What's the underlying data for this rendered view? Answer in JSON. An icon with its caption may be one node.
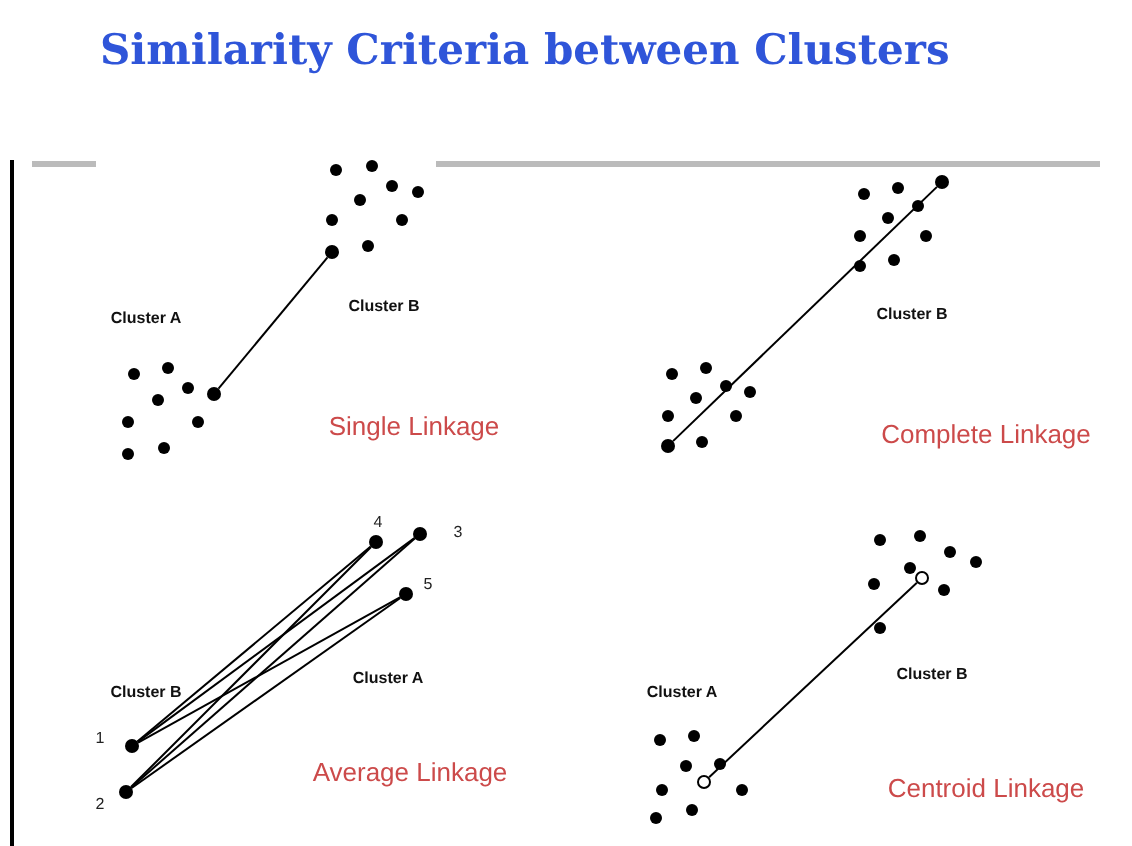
{
  "diagram": {
    "title": "Similarity Criteria between Clusters",
    "nodes": [
      {
        "text": [],
        "shape": "circle"
      },
      {
        "text": [],
        "shape": "circle"
      },
      {
        "text": [],
        "shape": "circle"
      },
      {
        "text": [],
        "shape": "circle"
      },
      {
        "text": [],
        "shape": "circle",
        "beside": [
          "4"
        ]
      },
      {
        "text": [],
        "shape": "circle",
        "beside": [
          "3"
        ]
      },
      {
        "text": [],
        "shape": "circle",
        "beside": [
          "5"
        ]
      },
      {
        "text": [],
        "shape": "circle",
        "beside": [
          "1"
        ]
      },
      {
        "text": [],
        "shape": "circle",
        "beside": [
          "2"
        ]
      },
      {
        "text": [],
        "shape": "circle"
      },
      {
        "text": [],
        "shape": "circle"
      }
    ],
    "edges": [
      {
        "from": 1,
        "to": 0,
        "arrow": "none"
      },
      {
        "from": 3,
        "to": 2,
        "arrow": "none"
      },
      {
        "from": 7,
        "to": 4,
        "arrow": "none"
      },
      {
        "from": 7,
        "to": 5,
        "arrow": "none"
      },
      {
        "from": 7,
        "to": 6,
        "arrow": "none"
      },
      {
        "from": 8,
        "to": 4,
        "arrow": "none"
      },
      {
        "from": 8,
        "to": 5,
        "arrow": "none"
      },
      {
        "from": 8,
        "to": 6,
        "arrow": "none"
      },
      {
        "from": 10,
        "to": 9,
        "arrow": "none"
      }
    ],
    "labels": [
      "Cluster B",
      "Cluster A",
      "Single Linkage",
      "Cluster B",
      "Complete Linkage",
      "Cluster B",
      "Cluster A",
      "Average Linkage",
      "Cluster A",
      "Cluster B",
      "Centroid Linkage"
    ]
  }
}
